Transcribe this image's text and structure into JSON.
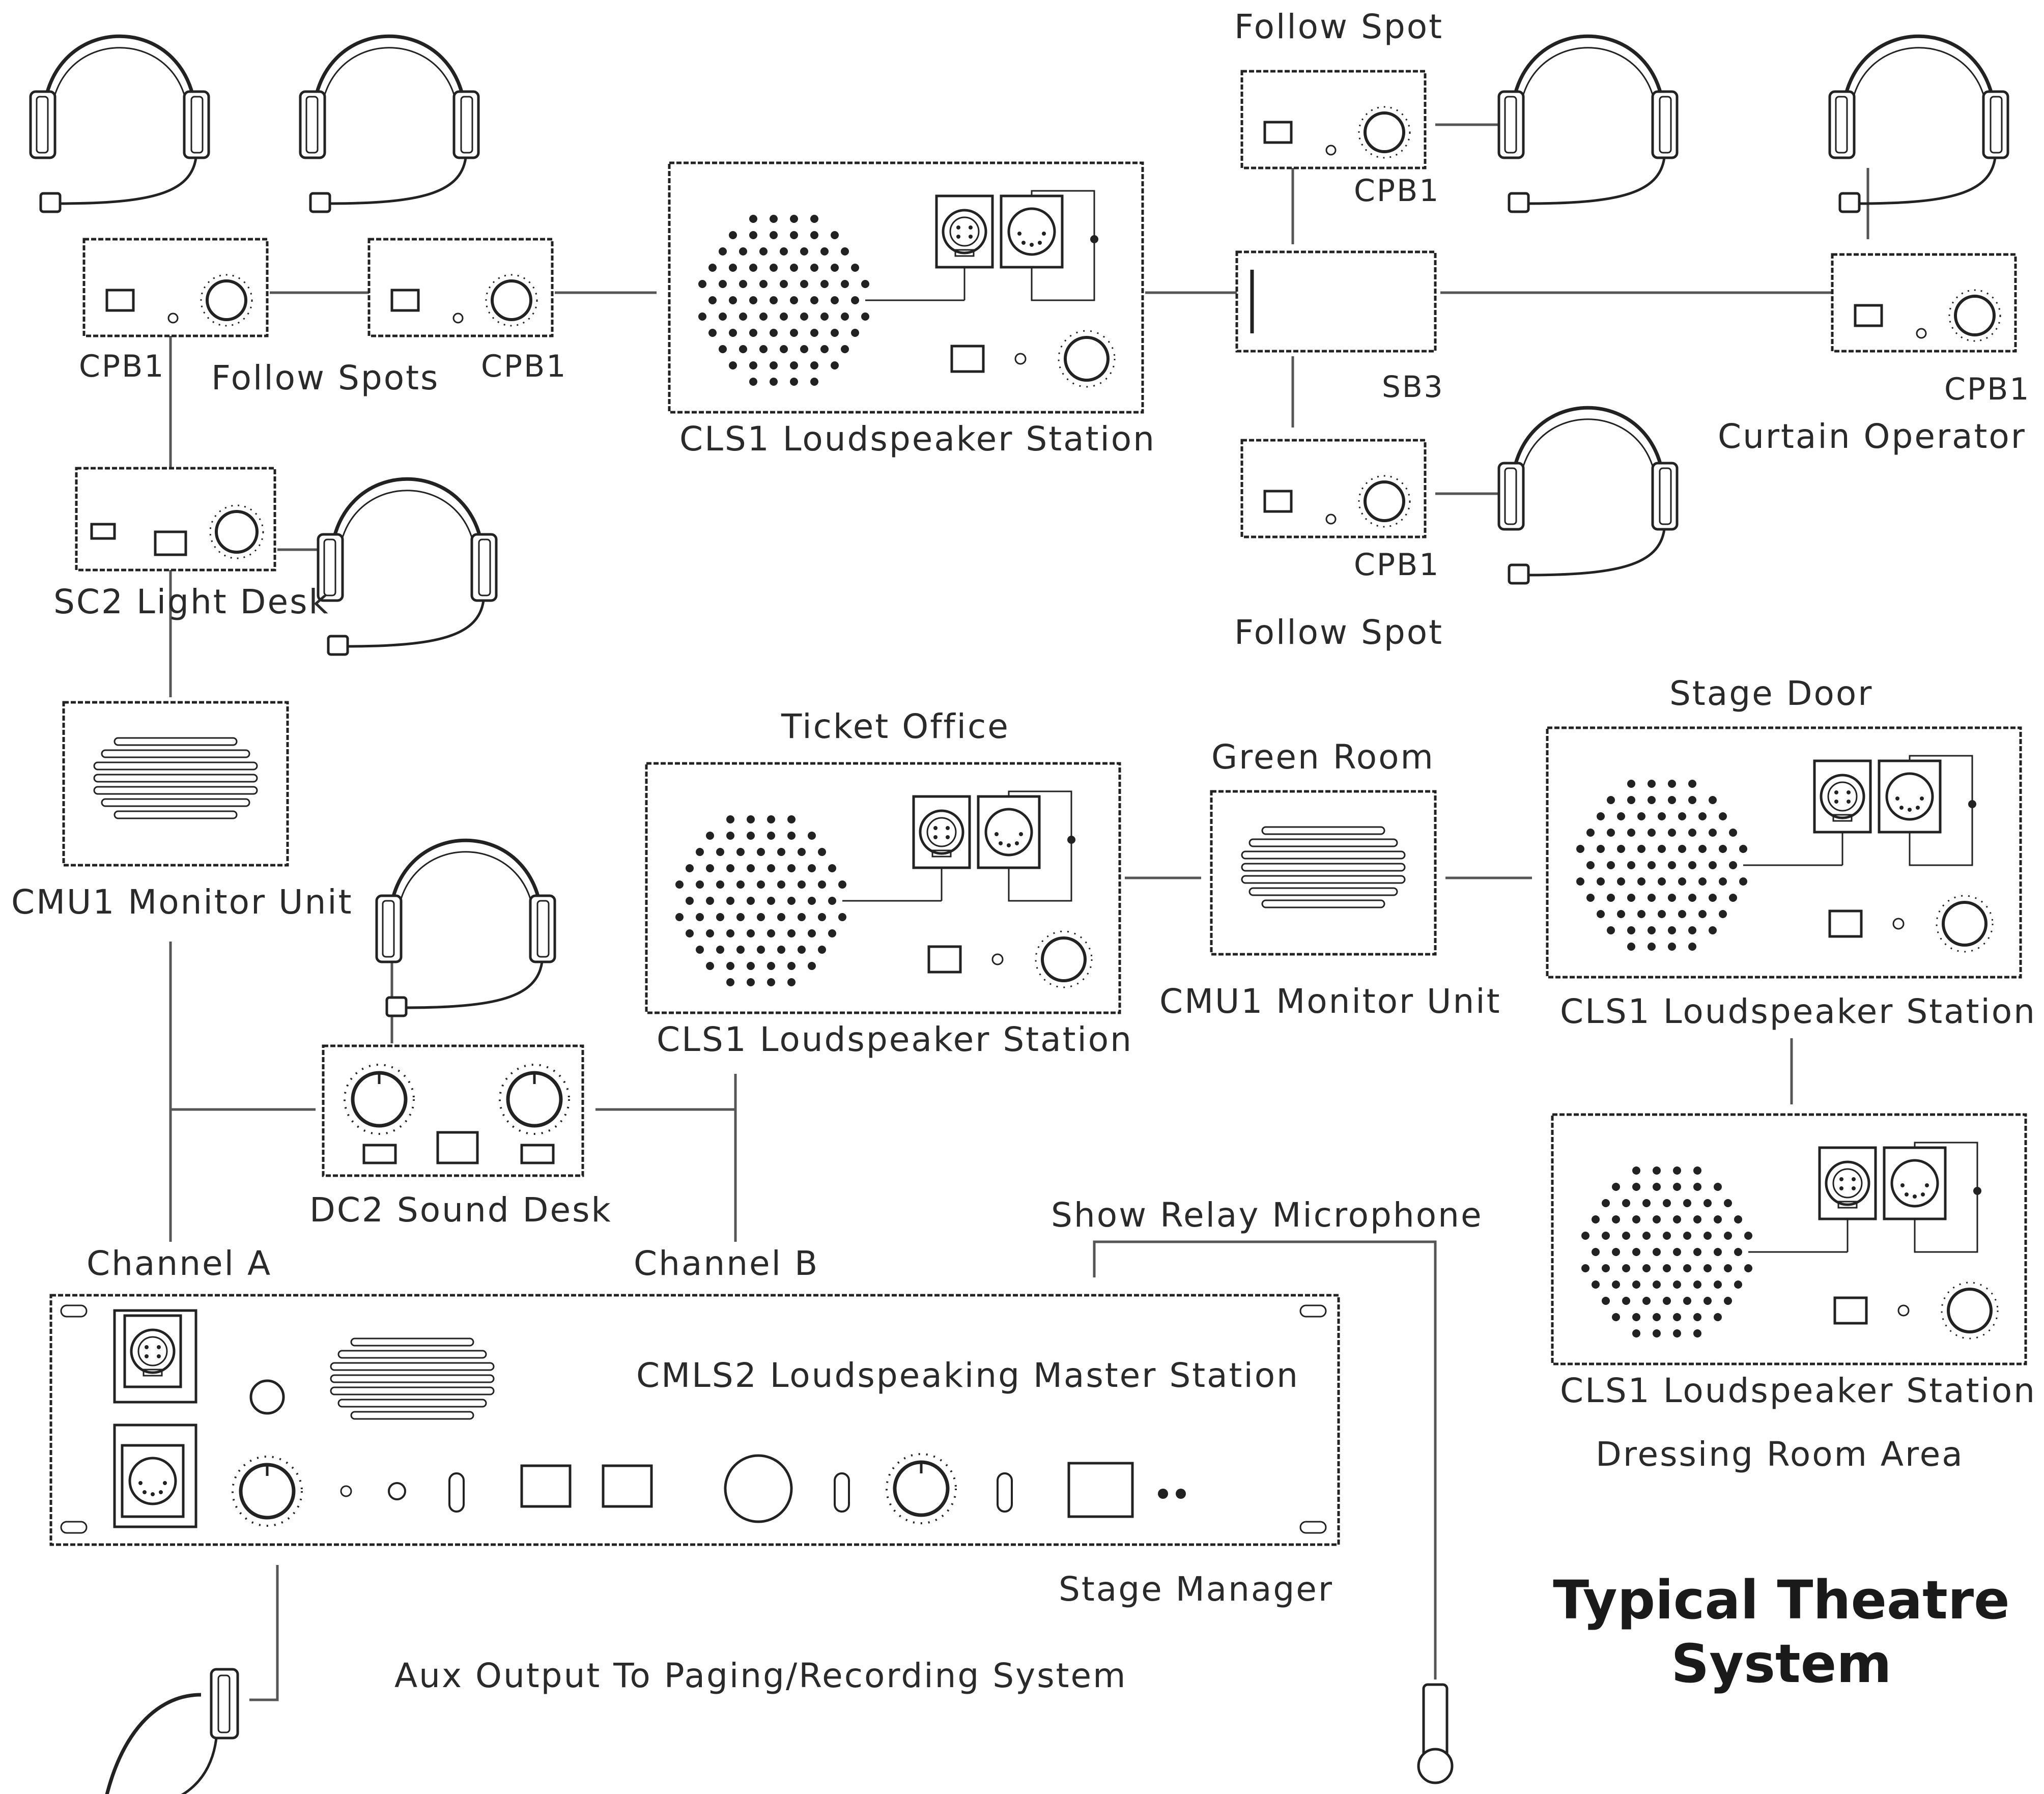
{
  "title": {
    "line1": "Typical Theatre",
    "line2": "System"
  },
  "labels": {
    "cpb1_left": "CPB1",
    "follow_spots": "Follow Spots",
    "cpb1_mid": "CPB1",
    "sc2": "SC2 Light Desk",
    "cmu1_left": "CMU1 Monitor Unit",
    "dc2": "DC2 Sound Desk",
    "channel_a": "Channel A",
    "channel_b": "Channel B",
    "cls1_top": "CLS1 Loudspeaker Station",
    "follow_spot_top": "Follow Spot",
    "cpb1_top_right": "CPB1",
    "sb3": "SB3",
    "cpb1_far_right": "CPB1",
    "curtain_operator": "Curtain Operator",
    "cpb1_lower_right": "CPB1",
    "follow_spot_bottom": "Follow Spot",
    "ticket_office": "Ticket Office",
    "cls1_ticket": "CLS1 Loudspeaker Station",
    "green_room": "Green Room",
    "cmu1_green": "CMU1 Monitor Unit",
    "stage_door": "Stage Door",
    "cls1_stage_door": "CLS1 Loudspeaker Station",
    "cls1_dressing": "CLS1 Loudspeaker Station",
    "dressing_room_area": "Dressing Room Area",
    "show_relay_mic": "Show Relay Microphone",
    "cmls2": "CMLS2 Loudspeaking Master Station",
    "stage_manager": "Stage Manager",
    "aux_output": "Aux Output To Paging/Recording System"
  }
}
